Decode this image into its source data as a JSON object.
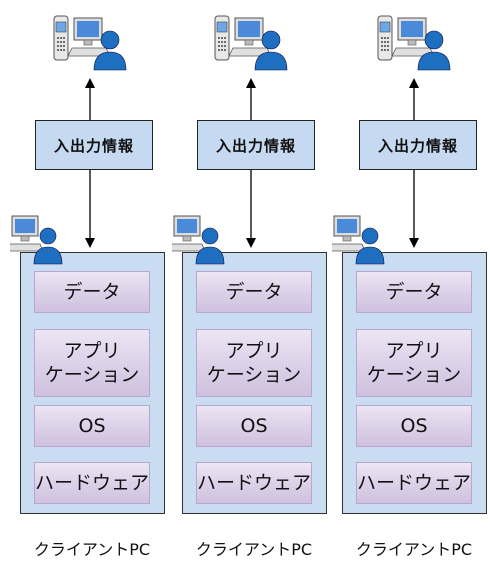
{
  "columns": [
    {
      "io_label": "入出力情報",
      "layers": [
        "データ",
        "アプリ\nケーション",
        "OS",
        "ハードウェア"
      ],
      "caption": "クライアントPC"
    },
    {
      "io_label": "入出力情報",
      "layers": [
        "データ",
        "アプリ\nケーション",
        "OS",
        "ハードウェア"
      ],
      "caption": "クライアントPC"
    },
    {
      "io_label": "入出力情報",
      "layers": [
        "データ",
        "アプリ\nケーション",
        "OS",
        "ハードウェア"
      ],
      "caption": "クライアントPC"
    }
  ],
  "colors": {
    "io_box": "#c5d9f0",
    "client_box": "#c9dcf2",
    "layer": "#dcd0e8",
    "user_icon": "#1e6fc0"
  },
  "icons": {
    "top": [
      "mobile-phone-icon",
      "desktop-computer-icon",
      "user-icon"
    ],
    "client": [
      "desktop-computer-icon",
      "user-icon"
    ]
  }
}
